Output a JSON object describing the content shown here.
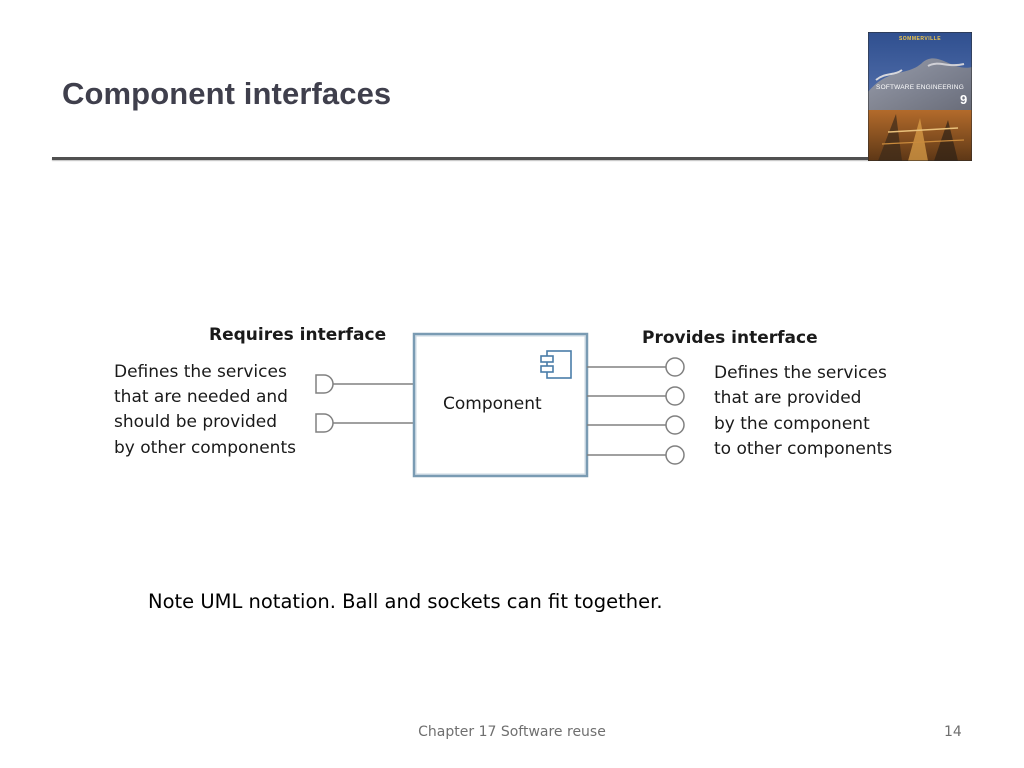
{
  "slide": {
    "title": "Component interfaces",
    "note": "Note UML notation. Ball and sockets can fit together."
  },
  "book_cover": {
    "author": "SOMMERVILLE",
    "title": "SOFTWARE ENGINEERING",
    "edition": "9"
  },
  "diagram": {
    "component_label": "Component",
    "requires": {
      "heading": "Requires interface",
      "description": [
        "Defines the services",
        "that are needed and",
        "should be provided",
        "by other components"
      ],
      "socket_count": 2
    },
    "provides": {
      "heading": "Provides interface",
      "description": [
        "Defines the services",
        "that are provided",
        "by the component",
        "to other components"
      ],
      "ball_count": 4
    },
    "colors": {
      "component_border": "#7a9bb3",
      "component_fill": "#ffffff",
      "connector": "#808080"
    }
  },
  "footer": {
    "chapter": "Chapter 17 Software reuse",
    "page": "14"
  }
}
